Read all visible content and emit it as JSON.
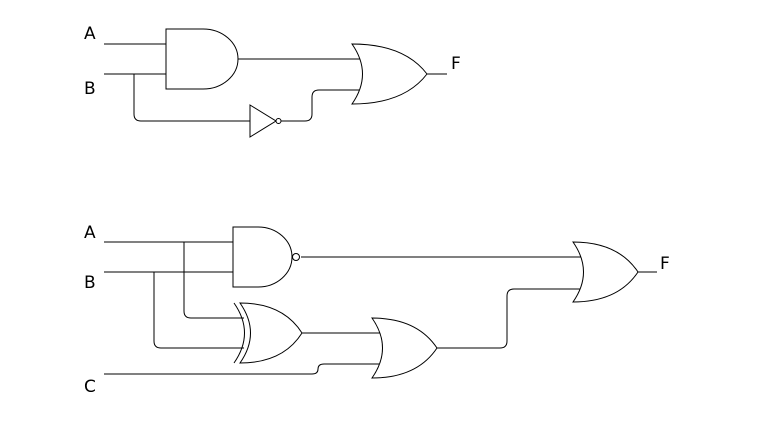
{
  "circuit_top": {
    "inputs": [
      "A",
      "B"
    ],
    "output": "F"
  },
  "circuit_bottom": {
    "inputs": [
      "A",
      "B",
      "C"
    ],
    "output": "F"
  }
}
